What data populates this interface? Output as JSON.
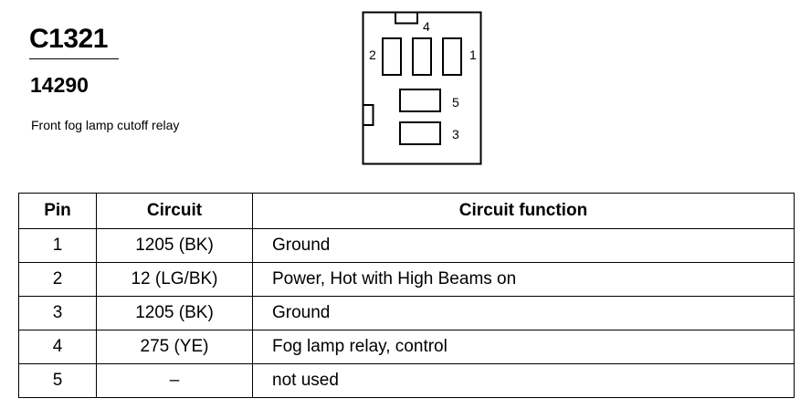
{
  "connector": {
    "id": "C1321",
    "part_number": "14290",
    "description": "Front fog lamp cutoff relay"
  },
  "diagram": {
    "pin_labels": [
      "1",
      "2",
      "3",
      "4",
      "5"
    ]
  },
  "table": {
    "headers": [
      "Pin",
      "Circuit",
      "Circuit function"
    ],
    "rows": [
      {
        "pin": "1",
        "circuit": "1205 (BK)",
        "function": "Ground"
      },
      {
        "pin": "2",
        "circuit": "12 (LG/BK)",
        "function": "Power, Hot with High Beams on"
      },
      {
        "pin": "3",
        "circuit": "1205 (BK)",
        "function": "Ground"
      },
      {
        "pin": "4",
        "circuit": "275 (YE)",
        "function": "Fog lamp relay, control"
      },
      {
        "pin": "5",
        "circuit": "–",
        "function": "not used"
      }
    ]
  }
}
